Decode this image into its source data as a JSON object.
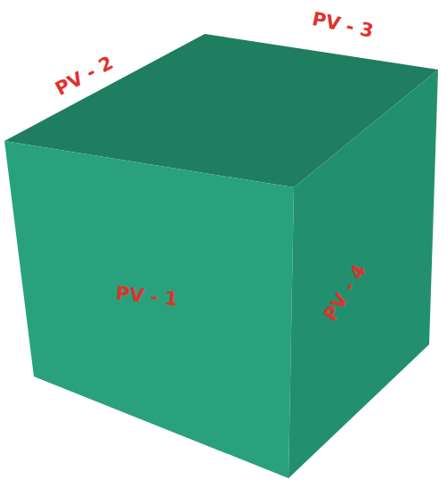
{
  "diagram": {
    "labels": [
      "PV - 2",
      "PV - 3",
      "PV - 1",
      "PV - 4"
    ]
  }
}
